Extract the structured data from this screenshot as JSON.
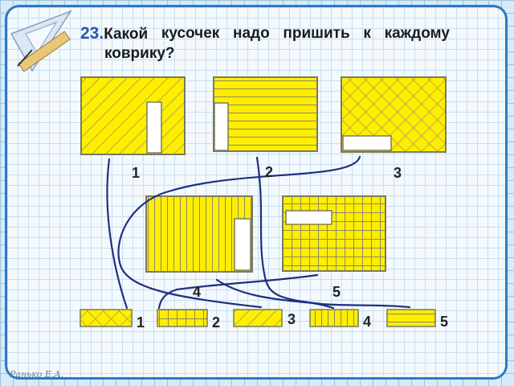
{
  "task": {
    "number": "23.",
    "line1_words": [
      "Какой",
      "кусочек",
      "надо",
      "пришить",
      "к",
      "каждому"
    ],
    "line2": "коврику?"
  },
  "mats": [
    {
      "label": "1",
      "pattern": "diagonal-lines"
    },
    {
      "label": "2",
      "pattern": "horizontal-lines"
    },
    {
      "label": "3",
      "pattern": "diagonal-crosshatch"
    },
    {
      "label": "4",
      "pattern": "vertical-lines"
    },
    {
      "label": "5",
      "pattern": "grid"
    }
  ],
  "patches": [
    {
      "label": "1",
      "pattern": "diagonal-crosshatch"
    },
    {
      "label": "2",
      "pattern": "grid"
    },
    {
      "label": "3",
      "pattern": "diagonal-lines"
    },
    {
      "label": "4",
      "pattern": "vertical-lines"
    },
    {
      "label": "5",
      "pattern": "horizontal-lines"
    }
  ],
  "colors": {
    "fill": "#ffee00",
    "stroke": "#7a7a60",
    "connector": "#1f2f80",
    "frame": "#2a7cc4"
  },
  "author": "Ранько Е.А."
}
